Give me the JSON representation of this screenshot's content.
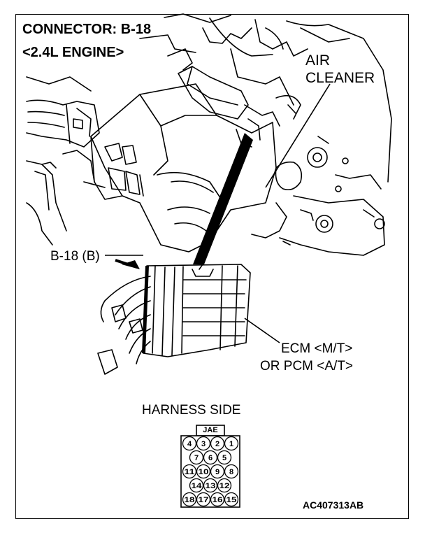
{
  "title_line1": "CONNECTOR: B-18",
  "title_line2": "<2.4L ENGINE>",
  "air_cleaner_line1": "AIR",
  "air_cleaner_line2": "CLEANER",
  "connector_callout": "B-18 (B)",
  "ecm_line1": "ECM <M/T>",
  "ecm_line2": "OR PCM <A/T>",
  "harness_side": "HARNESS SIDE",
  "connector_brand": "JAE",
  "pin_rows": [
    [
      "4",
      "3",
      "2",
      "1"
    ],
    [
      "7",
      "6",
      "5"
    ],
    [
      "11",
      "10",
      "9",
      "8"
    ],
    [
      "14",
      "13",
      "12"
    ],
    [
      "18",
      "17",
      "16",
      "15"
    ]
  ],
  "figure_code": "AC407313AB"
}
